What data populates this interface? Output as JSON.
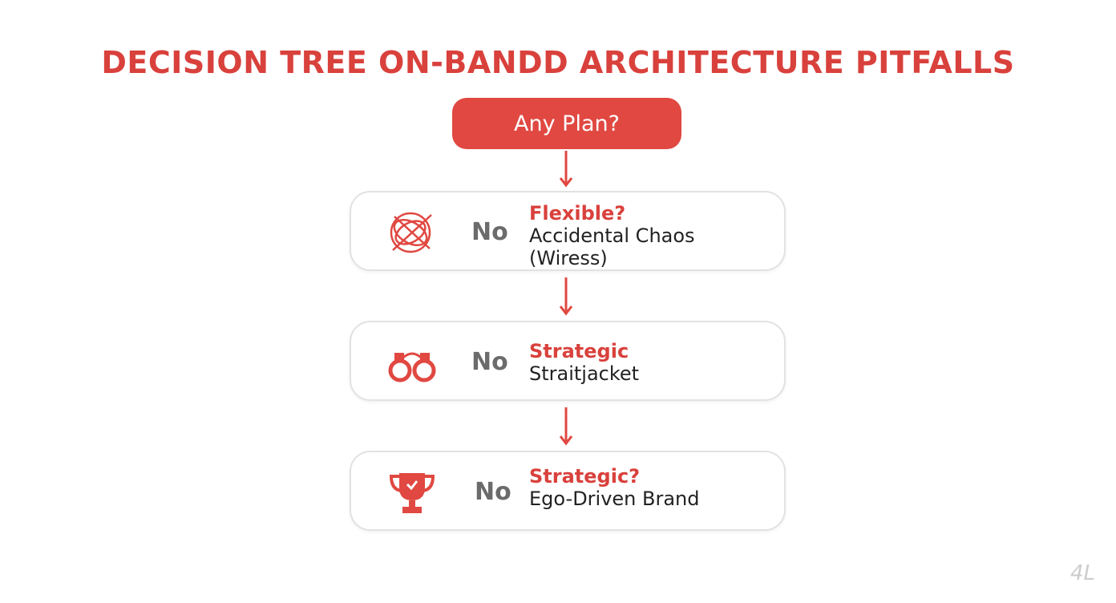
{
  "title": "DECISION TREE ON-BANDD ARCHITECTURE PITFALLS",
  "root": {
    "label": "Any Plan?"
  },
  "accent_color": "#e04841",
  "nodes": [
    {
      "icon": "tangled-yarn-icon",
      "answer": "No",
      "heading": "Flexible?",
      "lines": [
        "Accidental Chaos",
        "(Wiress)"
      ]
    },
    {
      "icon": "handcuffs-icon",
      "answer": "No",
      "heading": "Strategic",
      "lines": [
        "Straitjacket"
      ]
    },
    {
      "icon": "trophy-icon",
      "answer": "No",
      "heading": "Strategic?",
      "lines": [
        "Ego-Driven Brand"
      ]
    }
  ],
  "watermark": "4L"
}
